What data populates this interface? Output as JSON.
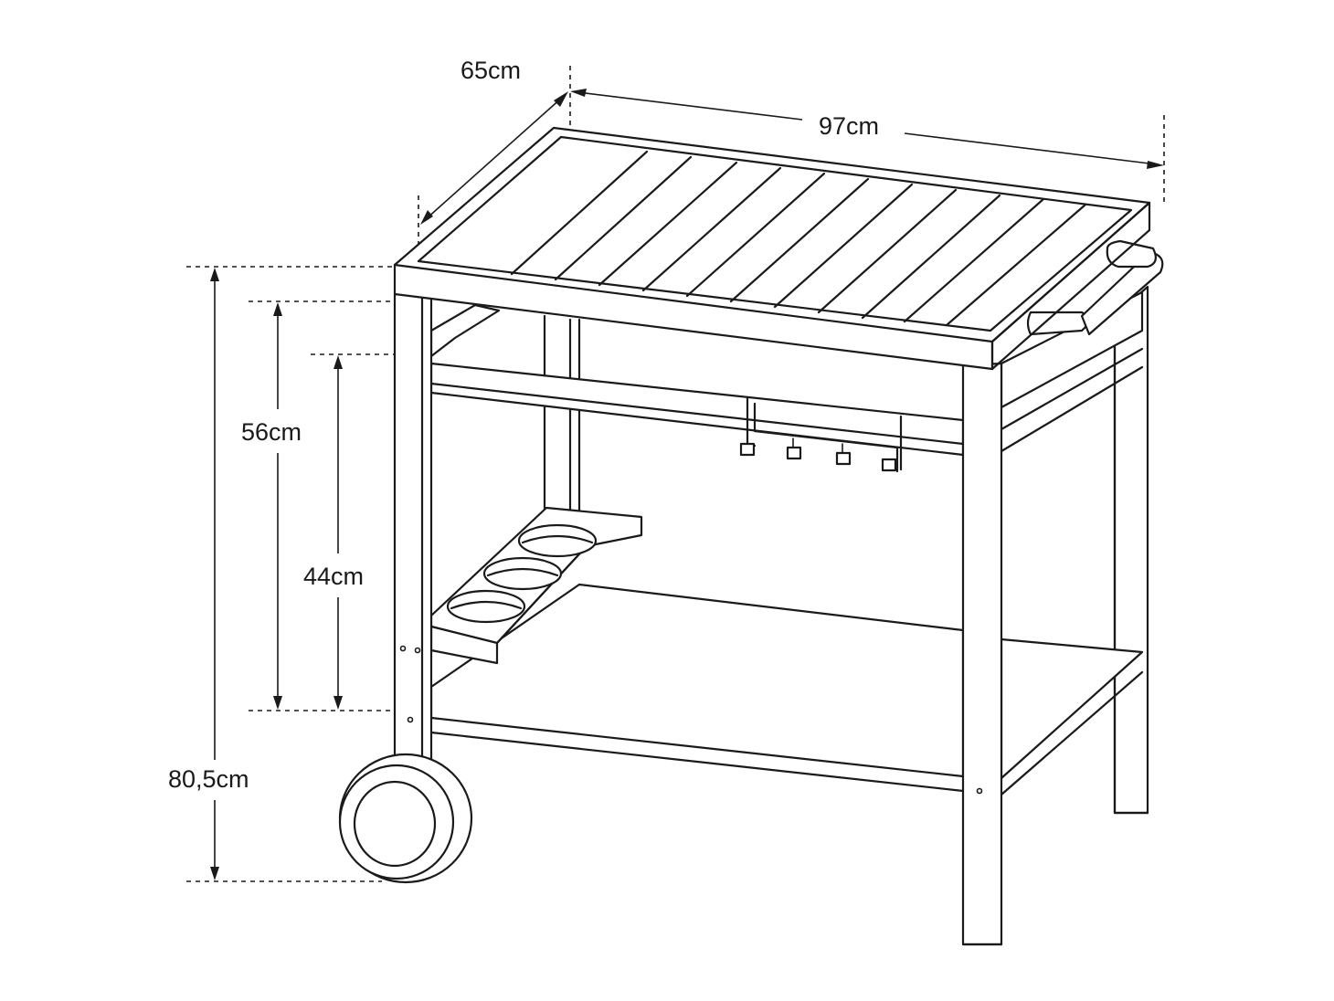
{
  "dimensions": {
    "depth": "65cm",
    "width": "97cm",
    "shelf_height_top": "56cm",
    "shelf_height_lower": "44cm",
    "total_height": "80,5cm"
  }
}
